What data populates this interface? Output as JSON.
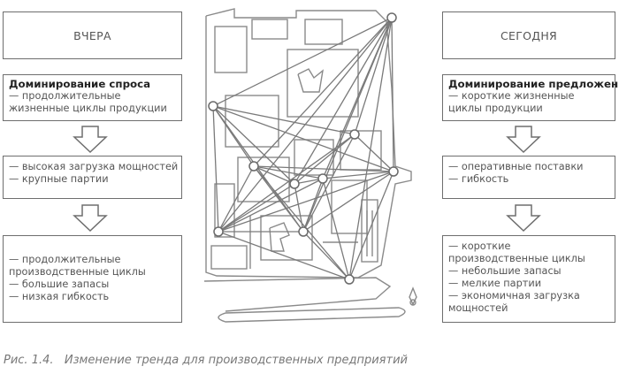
{
  "left": {
    "title": "ВЧЕРА",
    "block1": [
      "Доминирование спроса",
      "— продолжительные",
      "жизненные циклы продукции"
    ],
    "block2": [
      "— высокая загрузка мощностей",
      "— крупные партии"
    ],
    "block3": [
      "— продолжительные",
      "производственные циклы",
      "— большие запасы",
      "— низкая гибкость"
    ]
  },
  "right": {
    "title": "СЕГОДНЯ",
    "block1": [
      "Доминирование предложения",
      "— короткие жизненные",
      "циклы продукции"
    ],
    "block2": [
      "— оперативные поставки",
      "— гибкость"
    ],
    "block3": [
      "— короткие",
      "производственные циклы",
      "— небольшие запасы",
      "— мелкие партии",
      "— экономичная загрузка",
      "мощностей"
    ]
  },
  "caption": {
    "label": "Рис. 1.4.",
    "text": "Изменение тренда для производственных предприятий"
  }
}
